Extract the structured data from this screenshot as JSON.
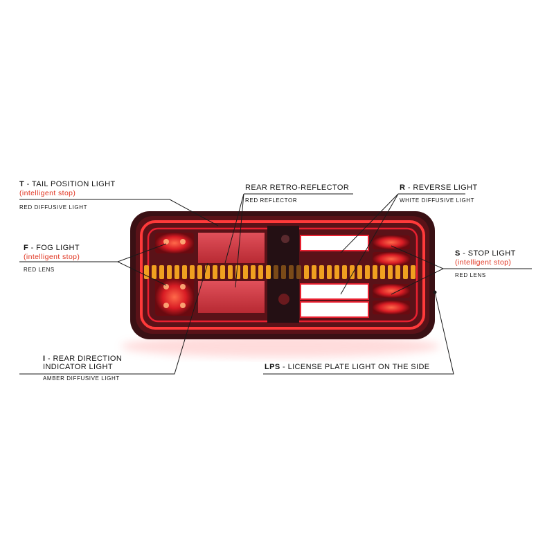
{
  "callouts": {
    "tail": {
      "code": "T",
      "name": "Tail position light",
      "note": "(intelligent stop)",
      "desc": "Red diffusive light"
    },
    "fog": {
      "code": "F",
      "name": "Fog light",
      "note": "(intelligent stop)",
      "desc": "Red lens"
    },
    "indicator": {
      "code": "I",
      "name_line1": "Rear direction",
      "name_line2": "indicator light",
      "desc": "Amber diffusive light"
    },
    "reflector": {
      "name": "Rear retro-reflector",
      "desc": "Red reflector"
    },
    "reverse": {
      "code": "R",
      "name": "Reverse light",
      "desc": "White diffusive light"
    },
    "stop": {
      "code": "S",
      "name": "Stop light",
      "note": "(intelligent stop)",
      "desc": "Red lens"
    },
    "lps": {
      "code": "LPS",
      "name": "License plate light on the side"
    }
  },
  "colors": {
    "accent_red": "#e0331f",
    "lamp_red": "#d8202a",
    "amber": "#f0a020",
    "housing": "#2a1216",
    "white_light": "#ffffff"
  }
}
